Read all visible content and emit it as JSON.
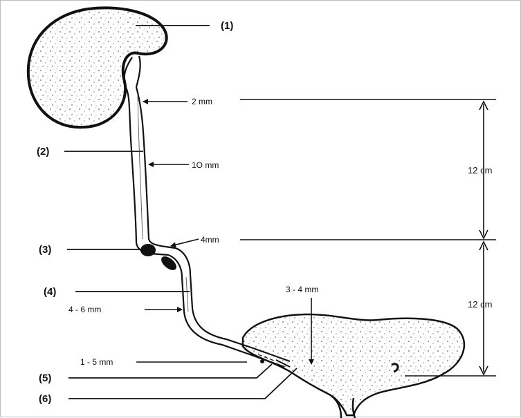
{
  "diagram": {
    "callouts": [
      "(1)",
      "(2)",
      "(3)",
      "(4)",
      "(5)",
      "(6)"
    ],
    "measurements": {
      "upper_ureter": "2 mm",
      "mid_ureter": "1O mm",
      "pelvic_brim": "4mm",
      "lower_ureter": "4 - 6 mm",
      "bladder_wall": "3 - 4 mm",
      "intramural": "1 - 5 mm"
    },
    "segment_lengths": {
      "upper_segment": "12 cm",
      "lower_segment": "12 cm"
    }
  }
}
